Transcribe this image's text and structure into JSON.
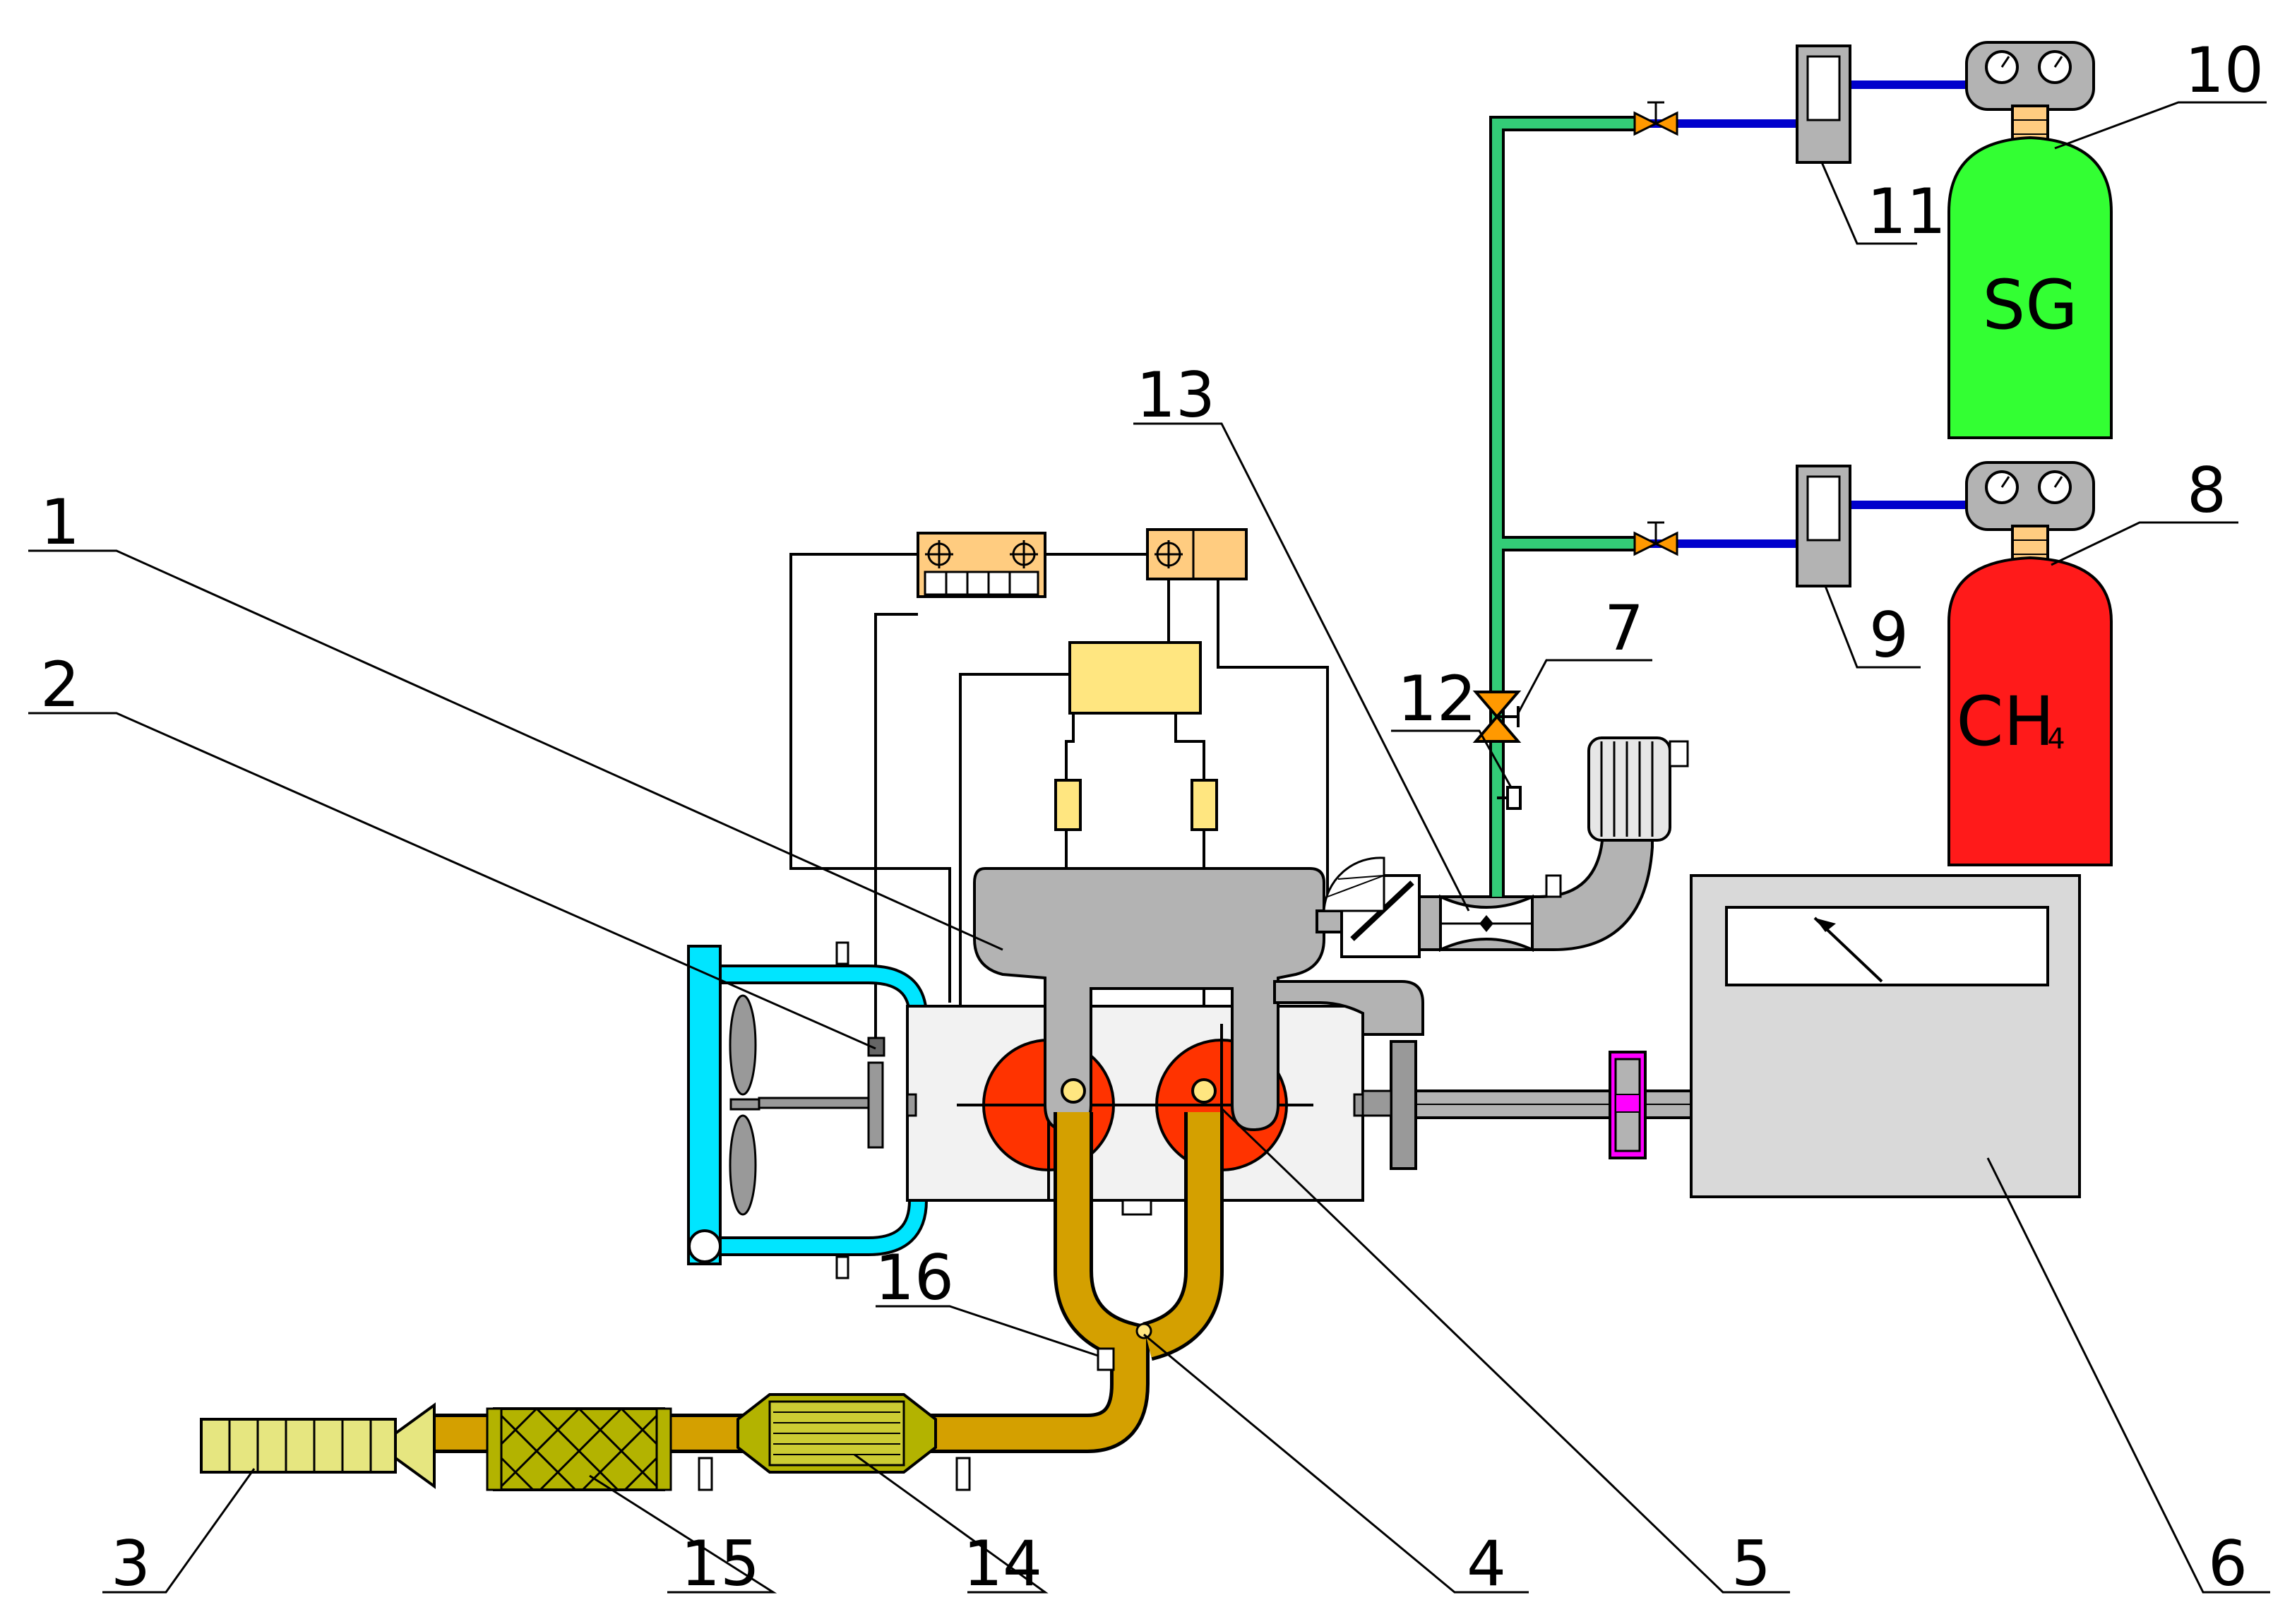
{
  "labels": {
    "l1": "1",
    "l2": "2",
    "l3": "3",
    "l4": "4",
    "l5": "5",
    "l6": "6",
    "l7": "7",
    "l8": "8",
    "l9": "9",
    "l10": "10",
    "l11": "11",
    "l12": "12",
    "l13": "13",
    "l14": "14",
    "l15": "15",
    "l16": "16"
  },
  "cylinders": {
    "sg": {
      "name": "SG"
    },
    "ch4": {
      "name": "CH",
      "subscript": "4"
    }
  },
  "colors": {
    "sg_cylinder": "#33ff33",
    "ch4_cylinder": "#ff1a1a",
    "intake_gas_line": "#33cc77",
    "supply_line": "#0000cc",
    "coolant": "#00e5ff",
    "exhaust": "#d4a000",
    "engine_block": "#f2f2f2",
    "manifold": "#b3b3b3",
    "cylinder_head": "#ff3300",
    "dynamometer": "#d9d9d9",
    "muffler": "#e6e680",
    "coupling": "#ff00ff",
    "ecu": "#ffe680",
    "sensor": "#ffcc80"
  }
}
